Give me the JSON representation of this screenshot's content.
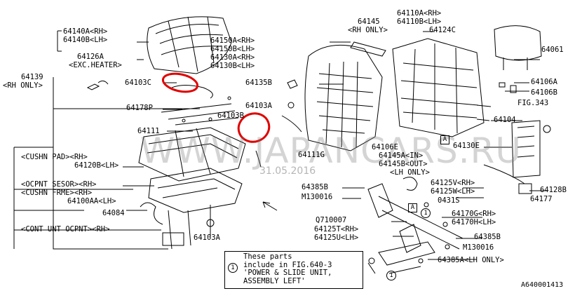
{
  "diagram": {
    "code": "A640001413"
  },
  "watermark": {
    "text": "WWW.JAPANCARS.RU",
    "date": "31.05.2016"
  },
  "markers": {
    "a": "A",
    "one": "1"
  },
  "note": {
    "text": "These parts\ninclude in FIG.640-3\n'POWER & SLIDE UNIT,\nASSEMBLY LEFT'"
  },
  "highlight_color": "#e00000",
  "labels": {
    "l64140a": "64140A<RH>",
    "l64140b": "64140B<LH>",
    "l64126a": "64126A",
    "exc_heater": "<EXC.HEATER>",
    "l64139": "64139",
    "rh_only_1": "<RH ONLY>",
    "l64103c": "64103C",
    "l64178p": "64178P",
    "l64111": "64111",
    "cushn_pad": "<CUSHN PAD><RH>",
    "l64120b": "64120B<LH>",
    "ocpnt_sesor": "<OCPNT SESOR><RH>",
    "cushn_frme": "<CUSHN FRME><RH>",
    "l64100aa": "64100AA<LH>",
    "l64084": "64084",
    "cont_unt": "<CONT UNT OCPNT><RH>",
    "l64103a_bottom": "64103A",
    "l64150a": "64150A<RH>",
    "l64150b": "64150B<LH>",
    "l64130a": "64130A<RH>",
    "l64130b": "64130B<LH>",
    "l64135b": "64135B",
    "l64103a": "64103A",
    "l64103b": "64103B",
    "l64111g": "64111G",
    "l64145": "64145",
    "rh_only_2": "<RH ONLY>",
    "l64110a": "64110A<RH>",
    "l64110b": "64110B<LH>",
    "l64124c": "64124C",
    "l64061": "64061",
    "l64106a": "64106A",
    "l64106b": "64106B",
    "fig343": "FIG.343",
    "l64104": "64104",
    "l64130e": "64130E",
    "l64106e": "64106E",
    "l64145a": "64145A<IN>",
    "l64145b": "64145B<OUT>",
    "lh_only_1": "<LH ONLY>",
    "l64128b": "64128B",
    "l64177": "64177",
    "l64385b_1": "64385B",
    "m130016_1": "M130016",
    "l64125v": "64125V<RH>",
    "l64125w": "64125W<LH>",
    "l0431s": "0431S",
    "l64170g": "64170G<RH>",
    "l64170h": "64170H<LH>",
    "q710007": "Q710007",
    "l64125t": "64125T<RH>",
    "l64125u": "64125U<LH>",
    "l64385b_2": "64385B",
    "m130016_2": "M130016",
    "l64385a": "64385A<LH ONLY>"
  }
}
